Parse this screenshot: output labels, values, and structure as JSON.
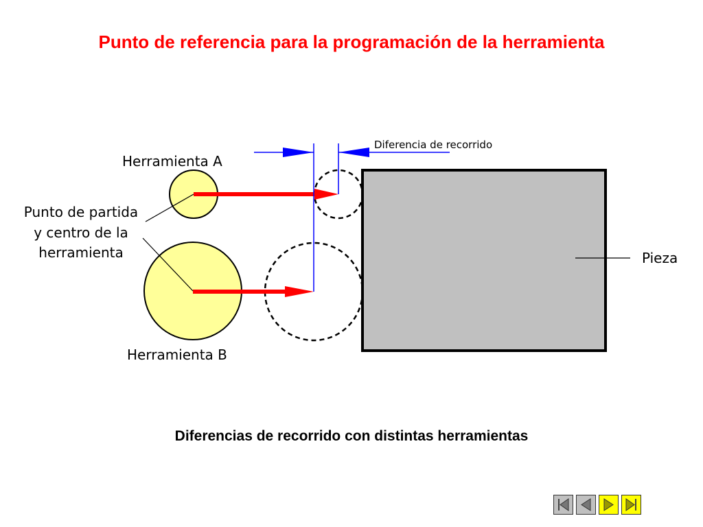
{
  "title": "Punto de referencia para la programación de la herramienta",
  "caption": "Diferencias de recorrido con distintas herramientas",
  "diagram": {
    "label_tool_a": "Herramienta A",
    "label_tool_b": "Herramienta B",
    "label_start_line1": "Punto de partida",
    "label_start_line2": "y centro de la",
    "label_start_line3": "herramienta",
    "label_difference": "Diferencia de recorrido",
    "label_workpiece": "Pieza"
  },
  "colors": {
    "title": "#ff0000",
    "tool_fill": "#ffff99",
    "arrow_red": "#ff0000",
    "dimension_blue": "#0000ff",
    "workpiece_fill": "#c0c0c0",
    "nav_first": "#c0c0c0",
    "nav_prev": "#c0c0c0",
    "nav_next": "#ffff00",
    "nav_last": "#ffff00"
  },
  "navigation": {
    "first_icon": "skip-first-icon",
    "prev_icon": "previous-icon",
    "next_icon": "next-icon",
    "last_icon": "skip-last-icon"
  }
}
